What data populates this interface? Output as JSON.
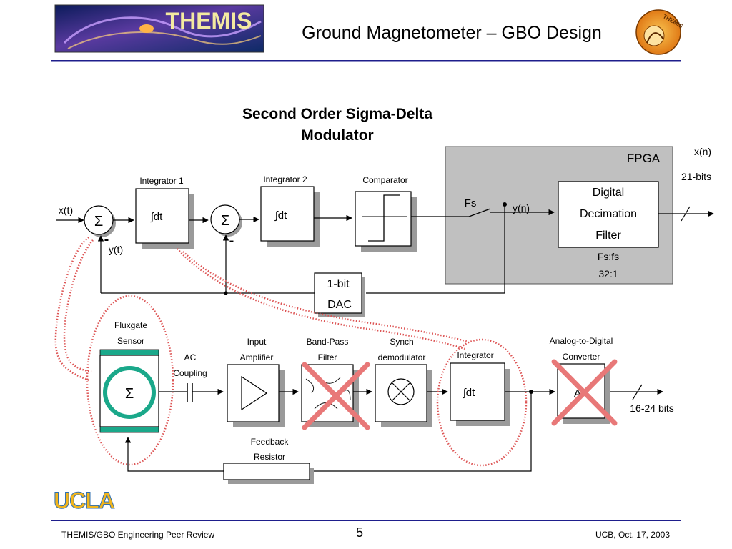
{
  "header": {
    "logo_text": "THEMIS",
    "title": "Ground Magnetometer – GBO Design",
    "badge_text": "THEMIS"
  },
  "diagram": {
    "title_line1": "Second Order Sigma-Delta",
    "title_line2": "Modulator",
    "modulator": {
      "input_label": "x(t)",
      "sum_symbol": "Σ",
      "integrator1_label": "Integrator 1",
      "integrator2_label": "Integrator 2",
      "integrator_text": "∫dt",
      "comparator_label": "Comparator",
      "feedback_label": "y(t)",
      "minus_sign": "-",
      "dac_line1": "1-bit",
      "dac_line2": "DAC"
    },
    "fpga": {
      "label": "FPGA",
      "switch_label": "Fs",
      "output_label": "y(n)",
      "filter_line1": "Digital",
      "filter_line2": "Decimation",
      "filter_line3": "Filter",
      "rate_line1": "Fs:fs",
      "rate_line2": "32:1",
      "out_label": "x(n)",
      "out_bits": "21-bits"
    },
    "analog_chain": {
      "sensor_line1": "Fluxgate",
      "sensor_line2": "Sensor",
      "coupling_line1": "AC",
      "coupling_line2": "Coupling",
      "amp_line1": "Input",
      "amp_line2": "Amplifier",
      "bpf_line1": "Band-Pass",
      "bpf_line2": "Filter",
      "demod_line1": "Synch",
      "demod_line2": "demodulator",
      "integrator_label": "Integrator",
      "adc_line1": "Analog-to-Digital",
      "adc_line2": "Converter",
      "adc_text": "A   :",
      "output_bits": "16-24 bits",
      "feedback_line1": "Feedback",
      "feedback_line2": "Resistor"
    }
  },
  "footer": {
    "ucla_logo": "UCLA",
    "left": "THEMIS/GBO Engineering Peer Review",
    "page": "5",
    "right": "UCB, Oct. 17, 2003"
  },
  "colors": {
    "rule": "#1e1e8c",
    "fpga_fill": "#c0c0c0",
    "shadow": "#9a9a9a",
    "cross": "#e87878",
    "dotted_loop": "#dd5555",
    "sensor_green": "#1aa88a",
    "ucla_blue": "#2f6fb0",
    "ucla_gold": "#f2b51c"
  }
}
